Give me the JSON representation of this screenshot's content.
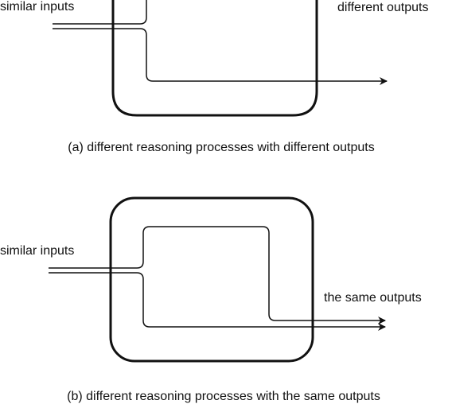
{
  "panel_a": {
    "input_label": "similar inputs",
    "output_label": "different outputs",
    "caption": "(a) different reasoning processes with different outputs"
  },
  "panel_b": {
    "input_label": "similar inputs",
    "output_label": "the same outputs",
    "caption": "(b) different reasoning processes with the same outputs"
  },
  "colors": {
    "stroke": "#111111",
    "background": "#ffffff"
  }
}
